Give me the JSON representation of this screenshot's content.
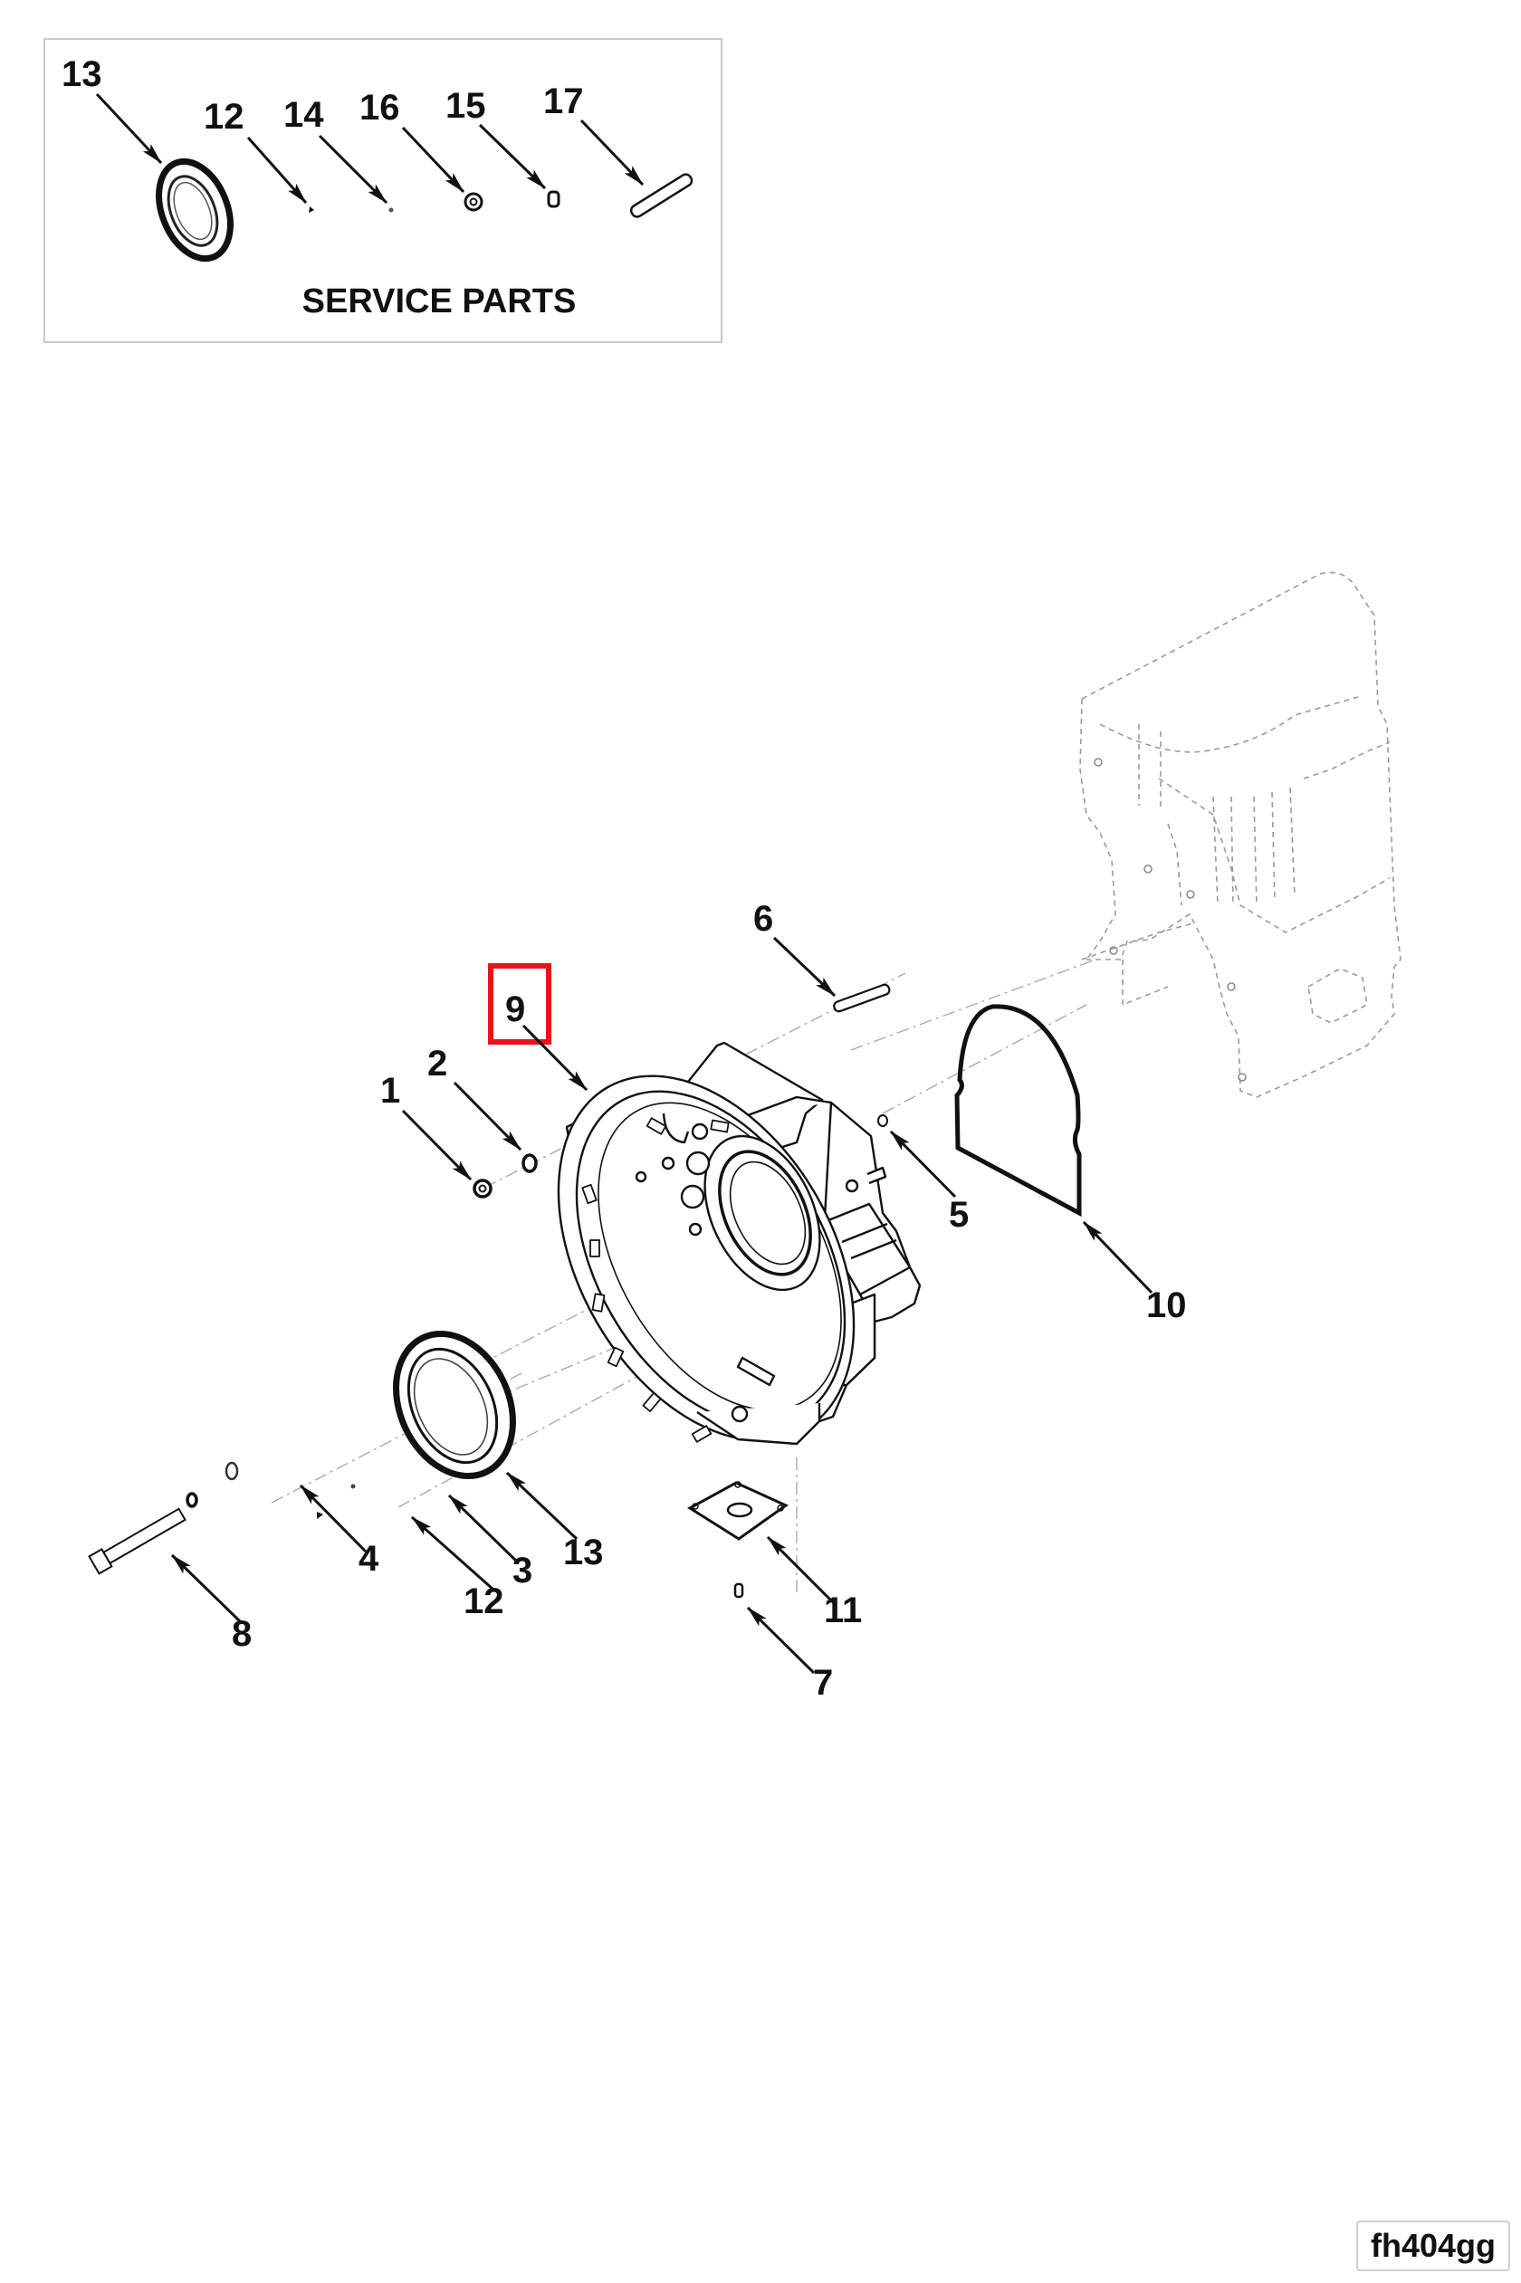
{
  "service_parts": {
    "title": "SERVICE PARTS",
    "callouts": [
      {
        "id": "13",
        "label": "13"
      },
      {
        "id": "12",
        "label": "12"
      },
      {
        "id": "14",
        "label": "14"
      },
      {
        "id": "16",
        "label": "16"
      },
      {
        "id": "15",
        "label": "15"
      },
      {
        "id": "17",
        "label": "17"
      }
    ]
  },
  "main_view": {
    "highlighted_callout": "9",
    "highlight_color": "#e8141c",
    "callouts": {
      "c1": "1",
      "c2": "2",
      "c3": "3",
      "c4": "4",
      "c5": "5",
      "c6": "6",
      "c7": "7",
      "c8": "8",
      "c9": "9",
      "c10": "10",
      "c11": "11",
      "c12": "12",
      "c13": "13"
    }
  },
  "figure_ref": "fh404gg"
}
